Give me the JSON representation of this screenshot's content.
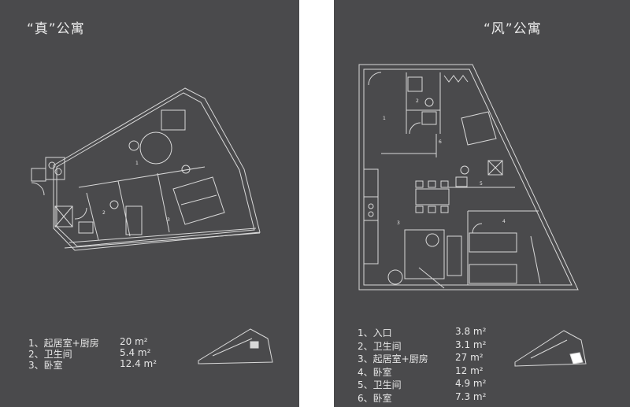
{
  "left_panel": {
    "title": "“真”公寓",
    "rooms": [
      {
        "label": "1、起居室+厨房",
        "area": "20 m²"
      },
      {
        "label": "2、卫生间",
        "area": "5.4 m²"
      },
      {
        "label": "3、卧室",
        "area": "12.4 m²"
      }
    ],
    "plan_numbers": [
      "1",
      "2",
      "3"
    ]
  },
  "right_panel": {
    "title": "“风”公寓",
    "rooms": [
      {
        "label": "1、入口",
        "area": "3.8 m²"
      },
      {
        "label": "2、卫生间",
        "area": "3.1 m²"
      },
      {
        "label": "3、起居室+厨房",
        "area": "27 m²"
      },
      {
        "label": "4、卧室",
        "area": "12 m²"
      },
      {
        "label": "5、卫生间",
        "area": "4.9 m²"
      },
      {
        "label": "6、卧室",
        "area": "7.3 m²"
      }
    ],
    "plan_numbers": [
      "1",
      "2",
      "3",
      "4",
      "5",
      "6"
    ]
  },
  "colors": {
    "panel_bg": "#4a4a4c",
    "line": "#d8d8d8",
    "gap": "#ffffff"
  }
}
